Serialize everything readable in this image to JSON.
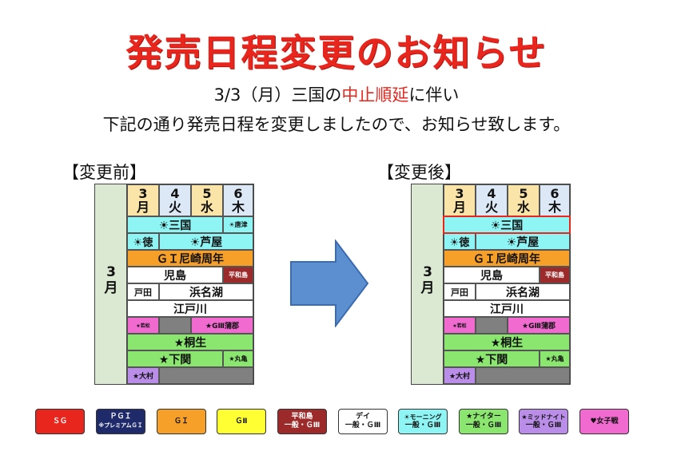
{
  "title": "発売日程変更のお知らせ",
  "notice": {
    "prefix": "3/3（月）三国の",
    "highlight": "中止順延",
    "suffix": "に伴い",
    "line2": "下記の通り発売日程を変更しましたので、お知らせ致します。"
  },
  "before_label": "【変更前】",
  "after_label": "【変更後】",
  "calendar": {
    "month": "3\n月",
    "days": [
      {
        "num": "3",
        "dow": "月"
      },
      {
        "num": "4",
        "dow": "火"
      },
      {
        "num": "5",
        "dow": "水"
      },
      {
        "num": "6",
        "dow": "木"
      }
    ],
    "before": {
      "mikuni": "☀三国",
      "karatsu": "☀唐津",
      "tokuyama": "☀徳",
      "ashiya": "☀芦屋",
      "amagasaki": "ＧＩ尼崎周年",
      "kojima": "児島",
      "heiwajima": "平和島",
      "toda": "戸田",
      "hamanako": "浜名湖",
      "edogawa": "江戸川",
      "wakamatsu": "★若松",
      "gamagori": "★GⅢ蒲郡",
      "kiryu": "★桐生",
      "shimonoseki": "★下関",
      "marugame": "★丸亀",
      "omura": "★大村"
    },
    "after": {
      "mikuni": "☀三国",
      "tokuyama": "☀徳",
      "ashiya": "☀芦屋",
      "amagasaki": "ＧＩ尼崎周年",
      "kojima": "児島",
      "heiwajima": "平和島",
      "toda": "戸田",
      "hamanako": "浜名湖",
      "edogawa": "江戸川",
      "wakamatsu": "★若松",
      "gamagori": "★GⅢ蒲郡",
      "kiryu": "★桐生",
      "shimonoseki": "★下関",
      "marugame": "★丸亀",
      "omura": "★大村"
    }
  },
  "legend": [
    {
      "l1": "ＳＧ",
      "l2": "",
      "bg": "#e8261d",
      "fg": "#ffffff"
    },
    {
      "l1": "ＰＧＩ",
      "l2": "※プレミアムＧＩ",
      "bg": "#1f2a6b",
      "fg": "#ffffff"
    },
    {
      "l1": "ＧＩ",
      "l2": "",
      "bg": "#f6a02a",
      "fg": "#111111"
    },
    {
      "l1": "ＧⅡ",
      "l2": "",
      "bg": "#ffff33",
      "fg": "#111111"
    },
    {
      "l1": "平和島",
      "l2": "一般・ＧⅢ",
      "bg": "#9c2a2a",
      "fg": "#ffffff"
    },
    {
      "l1": "デイ",
      "l2": "一般・ＧⅢ",
      "bg": "#ffffff",
      "fg": "#111111"
    },
    {
      "l1": "☀モーニング",
      "l2": "一般・ＧⅢ",
      "bg": "#8ff4f4",
      "fg": "#111111"
    },
    {
      "l1": "★ナイター",
      "l2": "一般・ＧⅢ",
      "bg": "#8be66f",
      "fg": "#111111"
    },
    {
      "l1": "★ミッドナイト",
      "l2": "一般・ＧⅢ",
      "bg": "#ba8ee8",
      "fg": "#111111"
    },
    {
      "l1": "♥女子戦",
      "l2": "",
      "bg": "#f06ad0",
      "fg": "#111111"
    }
  ]
}
